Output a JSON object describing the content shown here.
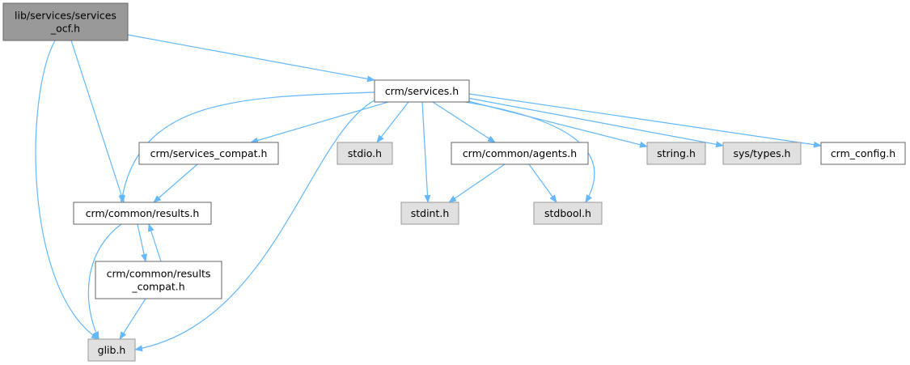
{
  "colors": {
    "focus_fill": "#999999",
    "focus_stroke": "#666666",
    "documented_fill": "#ffffff",
    "documented_stroke": "#666666",
    "external_fill": "#e0e0e0",
    "external_stroke": "#999999",
    "edge": "#63b8ff"
  },
  "nodes": [
    {
      "id": "services_ocf",
      "lines": [
        "lib/services/services",
        "_ocf.h"
      ],
      "kind": "focus"
    },
    {
      "id": "services",
      "lines": [
        "crm/services.h"
      ],
      "kind": "documented"
    },
    {
      "id": "services_compat",
      "lines": [
        "crm/services_compat.h"
      ],
      "kind": "documented"
    },
    {
      "id": "stdio",
      "lines": [
        "stdio.h"
      ],
      "kind": "external"
    },
    {
      "id": "agents",
      "lines": [
        "crm/common/agents.h"
      ],
      "kind": "documented"
    },
    {
      "id": "string",
      "lines": [
        "string.h"
      ],
      "kind": "external"
    },
    {
      "id": "systypes",
      "lines": [
        "sys/types.h"
      ],
      "kind": "external"
    },
    {
      "id": "crm_config",
      "lines": [
        "crm_config.h"
      ],
      "kind": "documented"
    },
    {
      "id": "results",
      "lines": [
        "crm/common/results.h"
      ],
      "kind": "documented"
    },
    {
      "id": "stdint",
      "lines": [
        "stdint.h"
      ],
      "kind": "external"
    },
    {
      "id": "stdbool",
      "lines": [
        "stdbool.h"
      ],
      "kind": "external"
    },
    {
      "id": "results_compat",
      "lines": [
        "crm/common/results",
        "_compat.h"
      ],
      "kind": "documented"
    },
    {
      "id": "glib",
      "lines": [
        "glib.h"
      ],
      "kind": "external"
    }
  ],
  "edges": [
    {
      "from": "services_ocf",
      "to": "services"
    },
    {
      "from": "services_ocf",
      "to": "results"
    },
    {
      "from": "services_ocf",
      "to": "glib"
    },
    {
      "from": "services",
      "to": "services_compat"
    },
    {
      "from": "services",
      "to": "stdio"
    },
    {
      "from": "services",
      "to": "agents"
    },
    {
      "from": "services",
      "to": "string"
    },
    {
      "from": "services",
      "to": "systypes"
    },
    {
      "from": "services",
      "to": "crm_config"
    },
    {
      "from": "services",
      "to": "results"
    },
    {
      "from": "services",
      "to": "stdint"
    },
    {
      "from": "services",
      "to": "stdbool"
    },
    {
      "from": "services",
      "to": "glib"
    },
    {
      "from": "services_compat",
      "to": "results"
    },
    {
      "from": "agents",
      "to": "stdint"
    },
    {
      "from": "agents",
      "to": "stdbool"
    },
    {
      "from": "results",
      "to": "results_compat"
    },
    {
      "from": "results",
      "to": "glib"
    },
    {
      "from": "results_compat",
      "to": "results"
    },
    {
      "from": "results_compat",
      "to": "glib"
    }
  ]
}
